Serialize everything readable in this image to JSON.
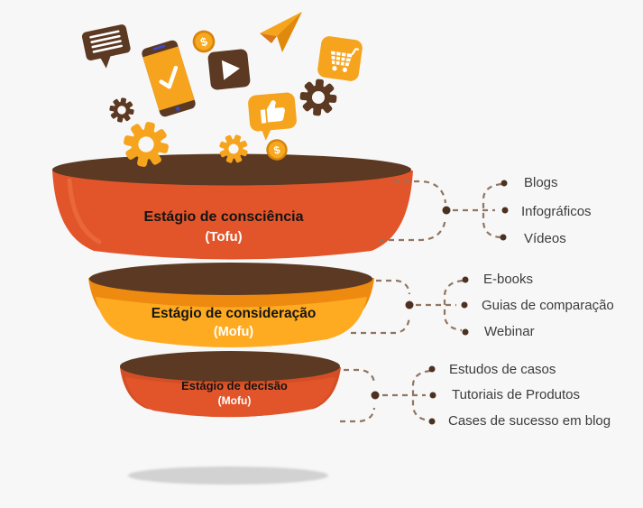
{
  "stages": [
    {
      "title": "Estágio de consciência",
      "subtitle": "(Tofu)",
      "items": [
        "Blogs",
        "Infográficos",
        "Vídeos"
      ]
    },
    {
      "title": "Estágio de consideração",
      "subtitle": "(Mofu)",
      "items": [
        "E-books",
        "Guias de comparação",
        "Webinar"
      ]
    },
    {
      "title": "Estágio de decisão",
      "subtitle": "(Mofu)",
      "items": [
        "Estudos de casos",
        "Tutoriais de Produtos",
        "Cases de sucesso em blog"
      ]
    }
  ],
  "icons": {
    "coin_symbol": "$",
    "names": [
      "speech-bubble-icon",
      "smartphone-check-icon",
      "gear-icon",
      "coin-dollar-icon",
      "video-play-icon",
      "paper-plane-icon",
      "shopping-cart-icon",
      "thumbs-up-bubble-icon"
    ]
  },
  "colors": {
    "background": "#F7F7F7",
    "funnel_red": "#E2552B",
    "funnel_red_dark": "#D44E25",
    "funnel_yellow": "#FFAB21",
    "funnel_yellow_dark": "#EE8A10",
    "funnel_brown": "#5B3922",
    "icon_orange": "#F6A41D",
    "icon_brown": "#5B3922",
    "coin_ring": "#D8820A",
    "connector_dash": "#8F7564",
    "connector_dot": "#4D3120",
    "label_text": "#3C3C3C",
    "shadow": "#D2D2D2",
    "phone_blue": "#3A49C8"
  }
}
